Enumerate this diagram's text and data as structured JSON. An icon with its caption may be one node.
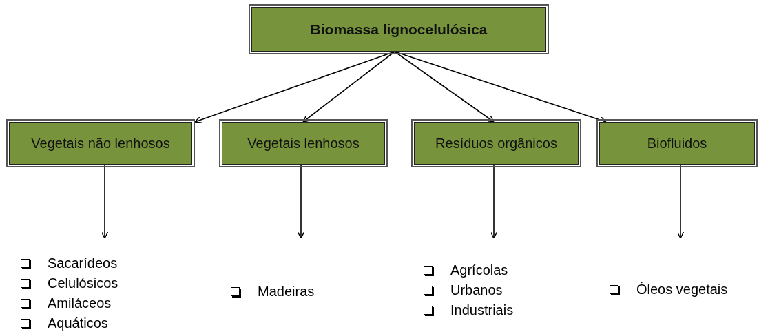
{
  "diagram": {
    "nodes": [
      {
        "text": [
          "Biomassa lignocelulósica"
        ]
      },
      {
        "text": [
          "Vegetais não lenhosos"
        ]
      },
      {
        "text": [
          "Vegetais lenhosos"
        ]
      },
      {
        "text": [
          "Resíduos orgânicos"
        ]
      },
      {
        "text": [
          "Biofluidos"
        ]
      },
      {
        "text": [
          "Sacarídeos",
          "Celulósicos",
          "Amiláceos",
          "Aquáticos"
        ]
      },
      {
        "text": [
          "Madeiras"
        ]
      },
      {
        "text": [
          "Agrícolas",
          "Urbanos",
          "Industriais"
        ]
      },
      {
        "text": [
          "Óleos vegetais"
        ]
      }
    ],
    "edges": [
      {
        "from": 0,
        "to": 1,
        "arrow": "to"
      },
      {
        "from": 0,
        "to": 2,
        "arrow": "to"
      },
      {
        "from": 0,
        "to": 3,
        "arrow": "to"
      },
      {
        "from": 0,
        "to": 4,
        "arrow": "to"
      },
      {
        "from": 1,
        "to": 5,
        "arrow": "to"
      },
      {
        "from": 2,
        "to": 6,
        "arrow": "to"
      },
      {
        "from": 3,
        "to": 7,
        "arrow": "to"
      },
      {
        "from": 4,
        "to": 8,
        "arrow": "to"
      }
    ]
  }
}
